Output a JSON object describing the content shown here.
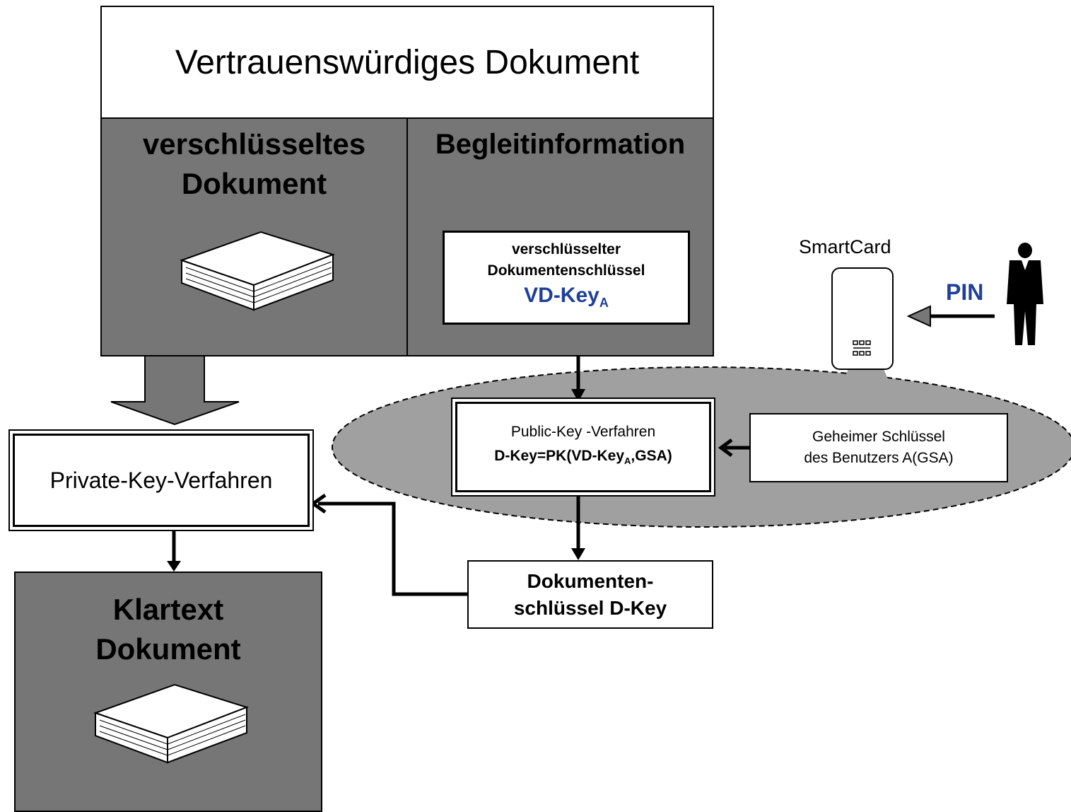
{
  "title": "Vertrauenswürdiges Dokument",
  "encrypted_doc": {
    "line1": "verschlüsseltes",
    "line2": "Dokument"
  },
  "accompanying_info": {
    "title": "Begleitinformation"
  },
  "vd_key_box": {
    "line1": "verschlüsselter",
    "line2": "Dokumentenschlüssel",
    "key": "VD-Key",
    "key_sub": "A"
  },
  "smartcard": {
    "label": "SmartCard"
  },
  "pin": {
    "label": "PIN"
  },
  "public_key_box": {
    "line1": "Public-Key -Verfahren",
    "formula_pre": "D-Key=PK(VD-Key",
    "formula_sub": "A",
    "formula_post": ",GSA)"
  },
  "secret_key_box": {
    "line1": "Geheimer Schlüssel",
    "line2": "des Benutzers A(GSA)"
  },
  "private_key_box": {
    "label": "Private-Key-Verfahren"
  },
  "doc_key_box": {
    "line1": "Dokumenten-",
    "line2": "schlüssel D-Key"
  },
  "plaintext": {
    "line1": "Klartext",
    "line2": "Dokument"
  },
  "colors": {
    "dark_panel": "#767676",
    "ellipse": "#a0a0a0",
    "key_blue": "#1f3f9a"
  },
  "icons": [
    "book-icon",
    "person-icon",
    "smartcard-chip-icon"
  ]
}
